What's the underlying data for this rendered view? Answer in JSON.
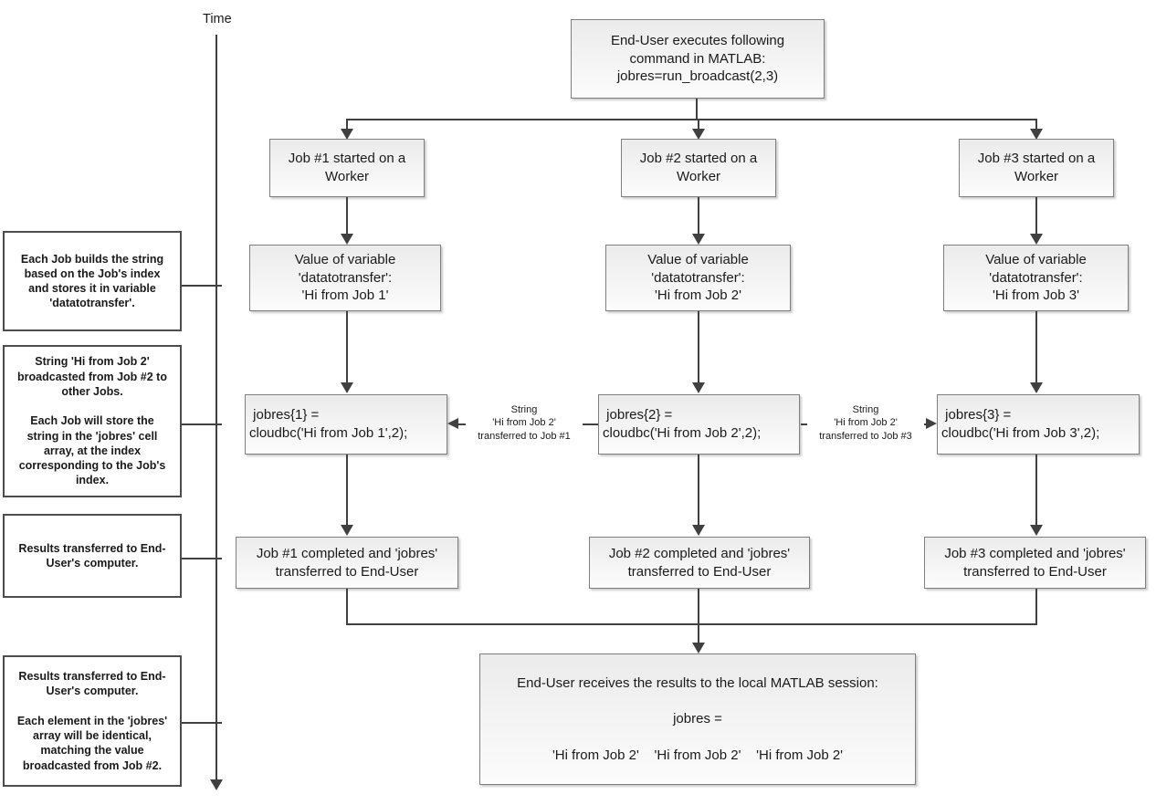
{
  "diagram": {
    "time_axis_label": "Time",
    "top_box": "End-User executes following\ncommand in MATLAB:\njobres=run_broadcast(2,3)",
    "annotations": [
      "Each Job builds the string\nbased on the Job's index\nand stores it in variable\n'datatotransfer'.",
      "String 'Hi from Job 2'\nbroadcasted from Job #2 to\nother Jobs.\n\nEach Job will store the\nstring in the 'jobres' cell\narray, at the index\ncorresponding to the Job's\nindex.",
      "Results transferred to End-\nUser's computer.",
      "Results transferred to End-\nUser's computer.\n\nEach element in the 'jobres'\narray will be identical,\nmatching the value\nbroadcasted from Job #2."
    ],
    "columns": [
      {
        "started": "Job #1 started on a\nWorker",
        "value": "Value of variable\n'datatotransfer':\n'Hi from Job 1'",
        "jobres": " jobres{1} =\ncloudbc('Hi from Job 1',2);",
        "completed": "Job #1 completed and 'jobres'\ntransferred to End-User"
      },
      {
        "started": "Job #2 started on a\nWorker",
        "value": "Value of variable\n'datatotransfer':\n'Hi from Job 2'",
        "jobres": " jobres{2} =\ncloudbc('Hi from Job 2',2);",
        "completed": "Job #2 completed and 'jobres'\ntransferred to End-User"
      },
      {
        "started": "Job #3 started on a\nWorker",
        "value": "Value of variable\n'datatotransfer':\n'Hi from Job 3'",
        "jobres": " jobres{3} =\ncloudbc('Hi from Job 3',2);",
        "completed": "Job #3 completed and 'jobres'\ntransferred to End-User"
      }
    ],
    "transfer_labels": [
      "String\n'Hi from Job 2'\ntransferred to Job #1",
      "String\n'Hi from Job 2'\ntransferred to Job #3"
    ],
    "bottom_box": "End-User receives the results to the local MATLAB session:\n\njobres =\n\n'Hi from Job 2'    'Hi from Job 2'    'Hi from Job 2'",
    "colors": {
      "connector_line": "#404040",
      "flow_box_border": "#7f7f7f",
      "flow_box_fill_top": "#ebebeb",
      "flow_box_fill_bottom": "#fcfcfc",
      "annotation_border": "#4d4d4d",
      "text": "#1a1a1a"
    }
  }
}
